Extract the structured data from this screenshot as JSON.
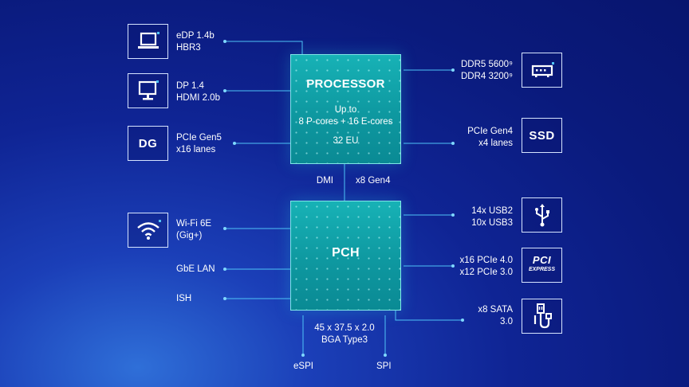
{
  "processor": {
    "title": "PROCESSOR",
    "cores_line1": "Up to",
    "cores_line2": "8 P-cores + 16 E-cores",
    "graphics": "32 EU"
  },
  "pch": {
    "title": "PCH"
  },
  "link": {
    "left": "DMI",
    "right": "x8 Gen4"
  },
  "package": {
    "line1": "45 x 37.5 x 2.0",
    "line2": "BGA Type3"
  },
  "left_labels": {
    "edp_line1": "eDP 1.4b",
    "edp_line2": "HBR3",
    "dp_line1": "DP 1.4",
    "dp_line2": "HDMI 2.0b",
    "dg_line1": "PCIe Gen5",
    "dg_line2": "x16 lanes",
    "wifi_line1": "Wi-Fi 6E",
    "wifi_line2": "(Gig+)",
    "gbe": "GbE LAN",
    "ish": "ISH"
  },
  "right_labels": {
    "mem_line1": "DDR5 5600⁹",
    "mem_line2": "DDR4 3200⁹",
    "ssd_line1": "PCIe Gen4",
    "ssd_line2": "x4 lanes",
    "usb_line1": "14x USB2",
    "usb_line2": "10x USB3",
    "pcie_line1": "x16 PCIe 4.0",
    "pcie_line2": "x12 PCIe 3.0",
    "sata_line1": "x8 SATA",
    "sata_line2": "3.0"
  },
  "bottom_labels": {
    "espi": "eSPI",
    "spi": "SPI"
  },
  "icons": {
    "dg_text": "DG",
    "ssd_text": "SSD",
    "pci_text": "PCI",
    "express_text": "EXPRESS"
  },
  "colors": {
    "chip": "#0fa0a6",
    "wire": "#4fc3f7",
    "dot": "#7fd8ff",
    "background": "#0a1a7c"
  }
}
